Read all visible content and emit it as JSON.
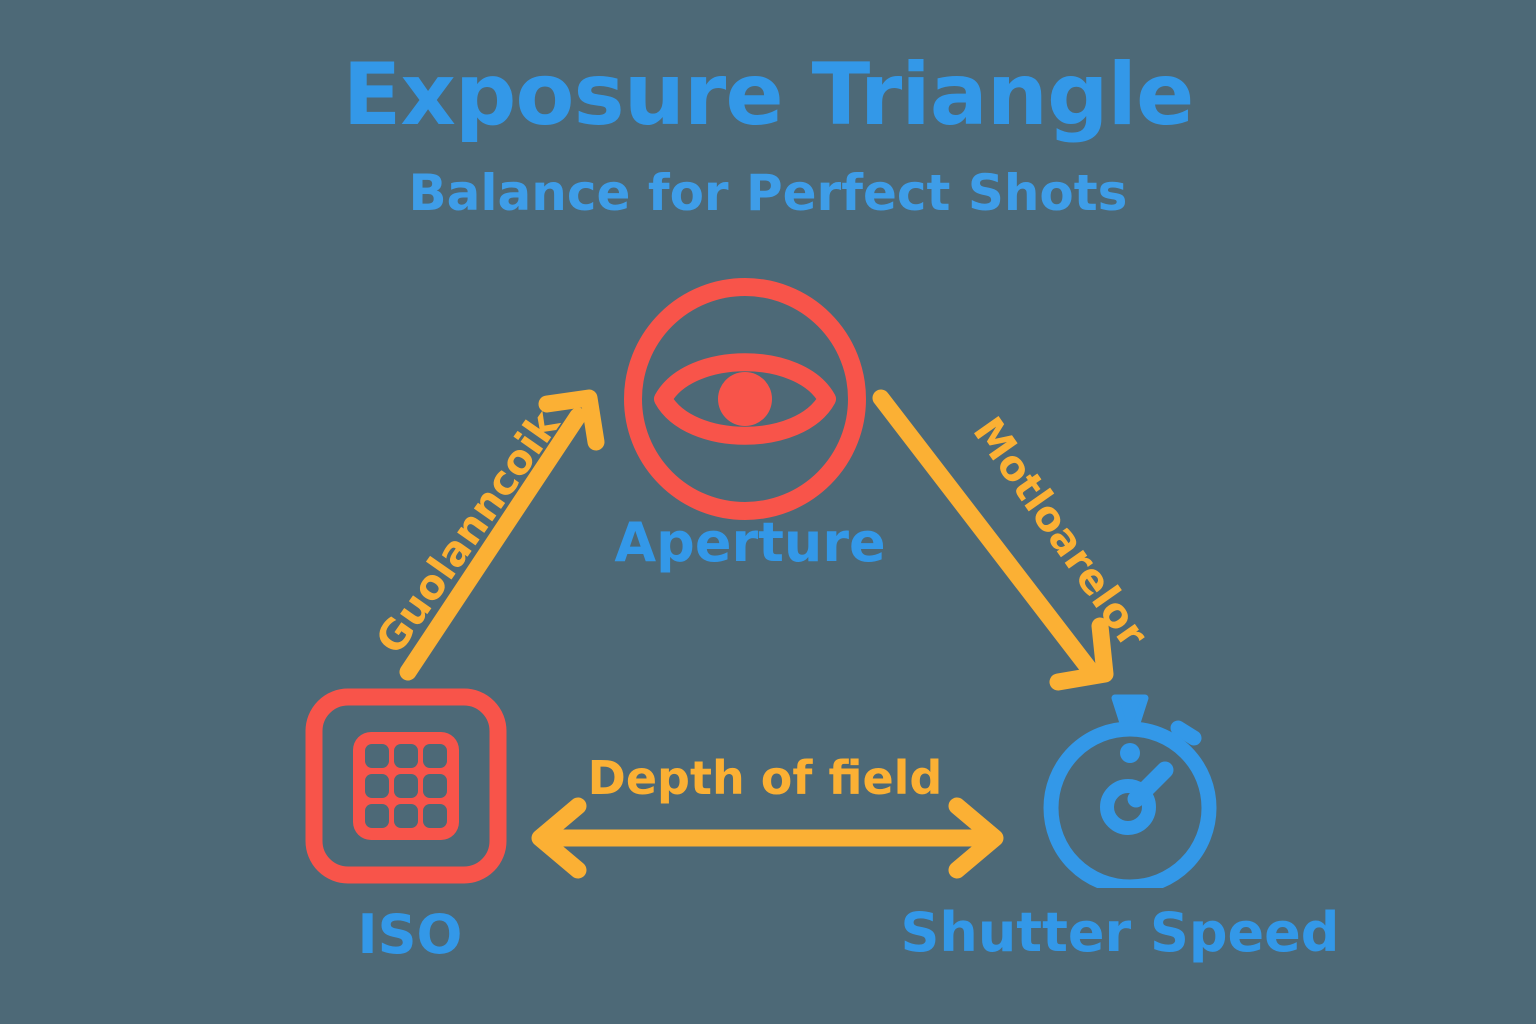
{
  "header": {
    "title": "Exposure Triangle",
    "subtitle": "Balance for Perfect Shots"
  },
  "colors": {
    "background": "#4d6977",
    "blue": "#3398e8",
    "red": "#f8544a",
    "yellow": "#fbb034"
  },
  "nodes": [
    {
      "id": "aperture",
      "label": "Aperture",
      "icon": "eye-in-circle-icon",
      "color": "#f8544a",
      "label_color": "#3398e8"
    },
    {
      "id": "iso",
      "label": "ISO",
      "icon": "sensor-grid-icon",
      "color": "#f8544a",
      "label_color": "#3398e8"
    },
    {
      "id": "shutter-speed",
      "label": "Shutter Speed",
      "icon": "stopwatch-icon",
      "color": "#3398e8",
      "label_color": "#3398e8"
    }
  ],
  "edges": [
    {
      "id": "iso-to-aperture",
      "label": "Guolanncoik",
      "direction": "up-right",
      "color": "#fbb034"
    },
    {
      "id": "aperture-to-shutter",
      "label": "Motloarelor",
      "direction": "down-right",
      "color": "#fbb034"
    },
    {
      "id": "iso-shutter",
      "label": "Depth of field",
      "direction": "bidirectional",
      "color": "#fbb034"
    }
  ]
}
